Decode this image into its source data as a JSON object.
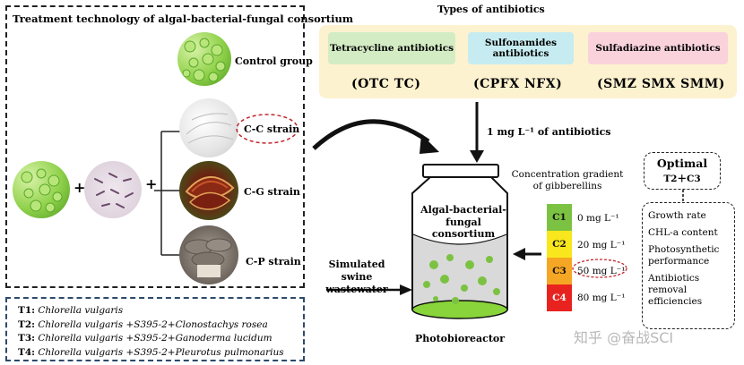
{
  "left_panel": {
    "title": "Treatment technology of algal-bacterial-fungal consortium",
    "control_label": "Control group",
    "cc_label": "C-C strain",
    "cg_label": "C-G strain",
    "cp_label": "C-P strain",
    "plus": "+"
  },
  "legend": [
    {
      "key": "T1:",
      "text": "Chlorella vulgaris"
    },
    {
      "key": "T2:",
      "text": "Chlorella vulgaris +S395-2+Clonostachys rosea"
    },
    {
      "key": "T3:",
      "text": "Chlorella vulgaris +S395-2+Ganoderma lucidum"
    },
    {
      "key": "T4:",
      "text": "Chlorella vulgaris +S395-2+Pleurotus pulmonarius"
    }
  ],
  "antibiotics": {
    "title": "Types of antibiotics",
    "types": [
      {
        "name": "Tetracycline antibiotics",
        "abbr": "(OTC  TC)",
        "color": "#d4ecc4"
      },
      {
        "name": "Sulfonamides antibiotics",
        "abbr": "(CPFX  NFX)",
        "color": "#c6ecf1"
      },
      {
        "name": "Sulfadiazine antibiotics",
        "abbr": "(SMZ  SMX  SMM)",
        "color": "#f9d2dc"
      }
    ],
    "concentration": "1 mg L⁻¹ of antibiotics"
  },
  "reactor": {
    "inside_text": "Algal-bacterial-fungal consortium",
    "label": "Photobioreactor",
    "input_label": "Simulated swine wastewater"
  },
  "gradient": {
    "title": "Concentration gradient of gibberellins",
    "levels": [
      {
        "code": "C1",
        "value": "0 mg L⁻¹",
        "color": "#7cc242"
      },
      {
        "code": "C2",
        "value": "20 mg L⁻¹",
        "color": "#f8e71c"
      },
      {
        "code": "C3",
        "value": "50 mg L⁻¹",
        "color": "#f5a623"
      },
      {
        "code": "C4",
        "value": "80 mg L⁻¹",
        "color": "#e8231f"
      }
    ]
  },
  "optimal": {
    "title": "Optimal",
    "value": "T2＋C3",
    "results": [
      "Growth rate",
      "CHL-a content",
      "Photosynthetic performance",
      "Antibiotics removal efficiencies"
    ]
  },
  "watermark": "知乎 @奋战SCI"
}
